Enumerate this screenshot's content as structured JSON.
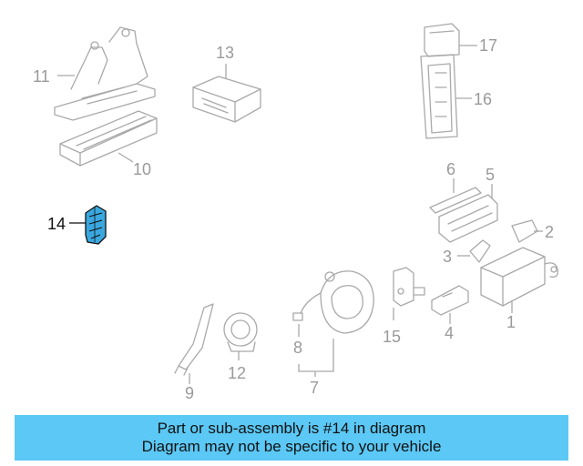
{
  "diagram": {
    "callouts": {
      "c1": "1",
      "c2": "2",
      "c3": "3",
      "c4": "4",
      "c5": "5",
      "c6": "6",
      "c7": "7",
      "c8": "8",
      "c9": "9",
      "c10": "10",
      "c11": "11",
      "c12": "12",
      "c13": "13",
      "c14": "14",
      "c15": "15",
      "c16": "16",
      "c17": "17"
    },
    "highlight_part": "14",
    "colors": {
      "highlight_fill": "#3aa8df",
      "line_gray": "#a9a9a9",
      "banner": "#5bc8f5"
    }
  },
  "banner": {
    "line1": "Part or sub-assembly is #14 in diagram",
    "line2": "Diagram may not be specific to your vehicle"
  }
}
